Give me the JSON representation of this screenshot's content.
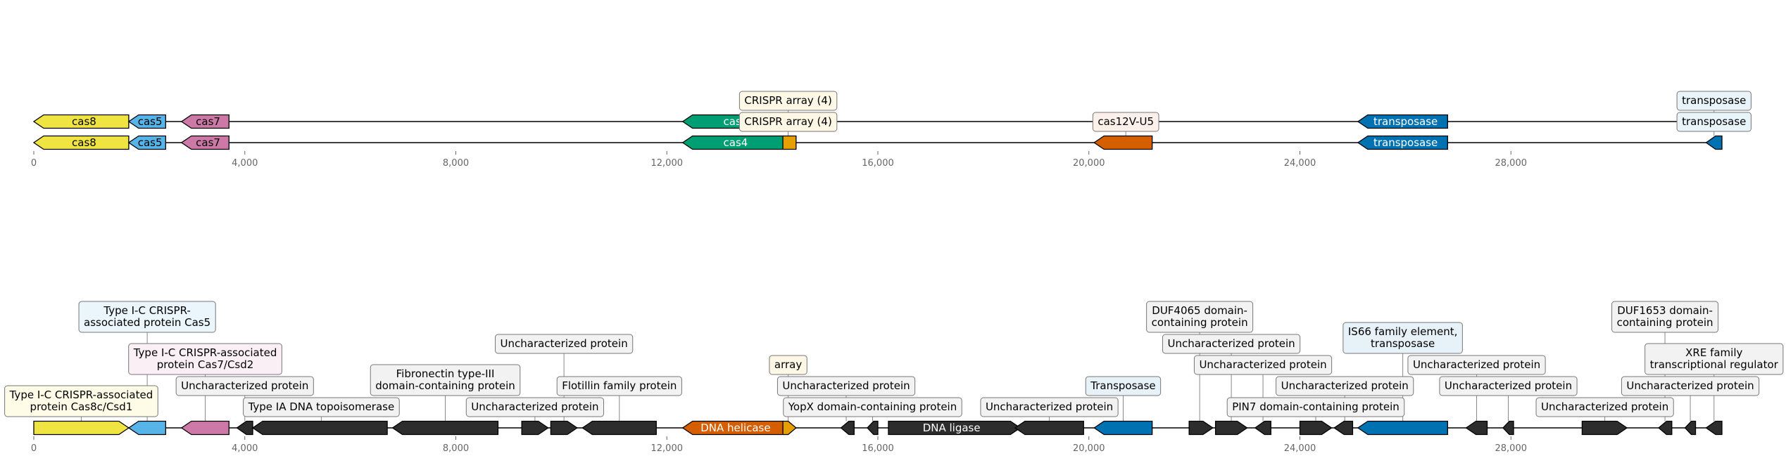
{
  "scale": {
    "min": 0,
    "max": 32000
  },
  "ticks": [
    0,
    4000,
    8000,
    12000,
    16000,
    20000,
    24000,
    28000
  ],
  "tick_labels": [
    "0",
    "4,000",
    "8,000",
    "12,000",
    "16,000",
    "20,000",
    "24,000",
    "28,000"
  ],
  "colors": {
    "axis": "#000000",
    "tick_text": "#666666",
    "label_line": "#888888",
    "dark_gene": "#2d2d2d",
    "cas8": "#f0e442",
    "cas5": "#56b4e9",
    "cas7": "#cc79a7",
    "cas4": "#009e73",
    "crispr": "#e69f00",
    "cas12": "#d55e00",
    "transposase": "#0072b2"
  },
  "panels": [
    {
      "name": "top-panel",
      "tracks": [
        {
          "genes": [
            {
              "start": 0,
              "end": 1800,
              "strand": "-",
              "color_key": "cas8",
              "label": "cas8",
              "text_color": "#000000"
            },
            {
              "start": 1800,
              "end": 2500,
              "strand": "-",
              "color_key": "cas5",
              "label": "cas5",
              "text_color": "#000000"
            },
            {
              "start": 2800,
              "end": 3700,
              "strand": "-",
              "color_key": "cas7",
              "label": "cas7",
              "text_color": "#000000"
            },
            {
              "start": 12300,
              "end": 14200,
              "strand": "-",
              "color_key": "cas4",
              "label": "cas4",
              "text_color": "#ffffff"
            },
            {
              "start": 14200,
              "end": 14450,
              "strand": "none",
              "color_key": "crispr",
              "label": "",
              "text_color": "#000000"
            },
            {
              "start": 25100,
              "end": 26800,
              "strand": "-",
              "color_key": "transposase",
              "label": "transposase",
              "text_color": "#ffffff"
            },
            {
              "start": 31700,
              "end": 32000,
              "strand": "-",
              "color_key": "transposase",
              "label": "",
              "text_color": "#ffffff"
            }
          ],
          "callouts": [
            {
              "pos": 14300,
              "text": "CRISPR array (4)",
              "level": 1,
              "bg": "#fdf8e6"
            },
            {
              "pos": 31850,
              "text": "transposase",
              "level": 1,
              "bg": "#e9f3fa"
            }
          ]
        },
        {
          "show_axis": true,
          "genes": [
            {
              "start": 0,
              "end": 1800,
              "strand": "-",
              "color_key": "cas8",
              "label": "cas8",
              "text_color": "#000000"
            },
            {
              "start": 1800,
              "end": 2500,
              "strand": "-",
              "color_key": "cas5",
              "label": "cas5",
              "text_color": "#000000"
            },
            {
              "start": 2800,
              "end": 3700,
              "strand": "-",
              "color_key": "cas7",
              "label": "cas7",
              "text_color": "#000000"
            },
            {
              "start": 12300,
              "end": 14200,
              "strand": "-",
              "color_key": "cas4",
              "label": "cas4",
              "text_color": "#ffffff"
            },
            {
              "start": 14200,
              "end": 14450,
              "strand": "none",
              "color_key": "crispr",
              "label": "",
              "text_color": "#000000"
            },
            {
              "start": 20100,
              "end": 21200,
              "strand": "-",
              "color_key": "cas12",
              "label": "",
              "text_color": "#ffffff"
            },
            {
              "start": 25100,
              "end": 26800,
              "strand": "-",
              "color_key": "transposase",
              "label": "transposase",
              "text_color": "#ffffff"
            },
            {
              "start": 31700,
              "end": 32000,
              "strand": "-",
              "color_key": "transposase",
              "label": "",
              "text_color": "#ffffff"
            }
          ],
          "callouts": [
            {
              "pos": 14300,
              "text": "CRISPR array (4)",
              "level": 1,
              "bg": "#fdf8e6"
            },
            {
              "pos": 20700,
              "text": "cas12V-U5",
              "level": 1,
              "bg": "#fcf1ea"
            },
            {
              "pos": 31850,
              "text": "transposase",
              "level": 1,
              "bg": "#e9f3fa"
            }
          ]
        }
      ]
    },
    {
      "name": "bottom-panel",
      "tracks": [
        {
          "show_axis": true,
          "genes": [
            {
              "start": 0,
              "end": 1800,
              "strand": "+",
              "color_key": "cas8",
              "label": "",
              "text_color": "#000000"
            },
            {
              "start": 1800,
              "end": 2500,
              "strand": "-",
              "color_key": "cas5",
              "label": "",
              "text_color": "#000000"
            },
            {
              "start": 2800,
              "end": 3700,
              "strand": "-",
              "color_key": "cas7",
              "label": "",
              "text_color": "#000000"
            },
            {
              "start": 3850,
              "end": 4150,
              "strand": "-",
              "color_key": "dark_gene",
              "label": "",
              "text_color": "#ffffff"
            },
            {
              "start": 4150,
              "end": 6700,
              "strand": "-",
              "color_key": "dark_gene",
              "label": "",
              "text_color": "#ffffff"
            },
            {
              "start": 6800,
              "end": 8800,
              "strand": "-",
              "color_key": "dark_gene",
              "label": "",
              "text_color": "#ffffff"
            },
            {
              "start": 9250,
              "end": 9750,
              "strand": "+",
              "color_key": "dark_gene",
              "label": "",
              "text_color": "#ffffff"
            },
            {
              "start": 9800,
              "end": 10300,
              "strand": "+",
              "color_key": "dark_gene",
              "label": "",
              "text_color": "#ffffff"
            },
            {
              "start": 10400,
              "end": 11800,
              "strand": "-",
              "color_key": "dark_gene",
              "label": "",
              "text_color": "#ffffff"
            },
            {
              "start": 12300,
              "end": 14200,
              "strand": "-",
              "color_key": "cas12",
              "label": "DNA helicase",
              "text_color": "#ffffff"
            },
            {
              "start": 14200,
              "end": 14450,
              "strand": "+",
              "color_key": "crispr",
              "label": "",
              "text_color": "#000000"
            },
            {
              "start": 15300,
              "end": 15550,
              "strand": "-",
              "color_key": "dark_gene",
              "label": "",
              "text_color": "#ffffff"
            },
            {
              "start": 15800,
              "end": 16000,
              "strand": "-",
              "color_key": "dark_gene",
              "label": "",
              "text_color": "#ffffff"
            },
            {
              "start": 16200,
              "end": 18700,
              "strand": "+",
              "color_key": "dark_gene",
              "label": "DNA ligase",
              "text_color": "#ffffff"
            },
            {
              "start": 18600,
              "end": 19900,
              "strand": "-",
              "color_key": "dark_gene",
              "label": "",
              "text_color": "#ffffff"
            },
            {
              "start": 20100,
              "end": 21200,
              "strand": "-",
              "color_key": "transposase",
              "label": "",
              "text_color": "#ffffff"
            },
            {
              "start": 21900,
              "end": 22350,
              "strand": "+",
              "color_key": "dark_gene",
              "label": "",
              "text_color": "#ffffff"
            },
            {
              "start": 22400,
              "end": 23000,
              "strand": "+",
              "color_key": "dark_gene",
              "label": "",
              "text_color": "#ffffff"
            },
            {
              "start": 23150,
              "end": 23450,
              "strand": "-",
              "color_key": "dark_gene",
              "label": "",
              "text_color": "#ffffff"
            },
            {
              "start": 24000,
              "end": 24600,
              "strand": "+",
              "color_key": "dark_gene",
              "label": "",
              "text_color": "#ffffff"
            },
            {
              "start": 24650,
              "end": 25000,
              "strand": "-",
              "color_key": "dark_gene",
              "label": "",
              "text_color": "#ffffff"
            },
            {
              "start": 25100,
              "end": 26800,
              "strand": "-",
              "color_key": "transposase",
              "label": "",
              "text_color": "#ffffff"
            },
            {
              "start": 27150,
              "end": 27550,
              "strand": "-",
              "color_key": "dark_gene",
              "label": "",
              "text_color": "#ffffff"
            },
            {
              "start": 27850,
              "end": 28050,
              "strand": "-",
              "color_key": "dark_gene",
              "label": "",
              "text_color": "#ffffff"
            },
            {
              "start": 29350,
              "end": 30200,
              "strand": "+",
              "color_key": "dark_gene",
              "label": "",
              "text_color": "#ffffff"
            },
            {
              "start": 30800,
              "end": 31050,
              "strand": "-",
              "color_key": "dark_gene",
              "label": "",
              "text_color": "#ffffff"
            },
            {
              "start": 31300,
              "end": 31500,
              "strand": "-",
              "color_key": "dark_gene",
              "label": "",
              "text_color": "#ffffff"
            },
            {
              "start": 31700,
              "end": 32000,
              "strand": "-",
              "color_key": "dark_gene",
              "label": "",
              "text_color": "#ffffff"
            }
          ],
          "callouts": [
            {
              "pos": 900,
              "text": "Type I-C CRISPR-associated\nprotein Cas8c/Csd1",
              "level": 1,
              "bg": "#fefbe6"
            },
            {
              "pos": 2150,
              "text": "Type I-C CRISPR-\nassociated protein Cas5",
              "level": 5,
              "bg": "#eaf5fc"
            },
            {
              "pos": 3250,
              "text": "Type I-C CRISPR-associated\nprotein Cas7/Csd2",
              "level": 3,
              "bg": "#f9eff4"
            },
            {
              "pos": 4000,
              "text": "Uncharacterized protein",
              "level": 2,
              "bg": "#f2f2f2"
            },
            {
              "pos": 5450,
              "text": "Type IA DNA topoisomerase",
              "level": 1,
              "bg": "#f2f2f2"
            },
            {
              "pos": 7800,
              "text": "Fibronectin type-III\ndomain-containing protein",
              "level": 2,
              "bg": "#f2f2f2"
            },
            {
              "pos": 9500,
              "text": "Uncharacterized protein",
              "level": 1,
              "bg": "#f2f2f2"
            },
            {
              "pos": 10050,
              "text": "Uncharacterized protein",
              "level": 4,
              "bg": "#f2f2f2"
            },
            {
              "pos": 11100,
              "text": "Flotillin family protein",
              "level": 2,
              "bg": "#f2f2f2"
            },
            {
              "pos": 14300,
              "text": "array",
              "level": 3,
              "bg": "#fdf8e6"
            },
            {
              "pos": 15400,
              "text": "Uncharacterized protein",
              "level": 2,
              "bg": "#f2f2f2"
            },
            {
              "pos": 15900,
              "text": "YopX domain-containing protein",
              "level": 1,
              "bg": "#f2f2f2"
            },
            {
              "pos": 19250,
              "text": "Uncharacterized protein",
              "level": 1,
              "bg": "#f2f2f2"
            },
            {
              "pos": 20650,
              "text": "Transposase",
              "level": 2,
              "bg": "#e6f1f8"
            },
            {
              "pos": 22100,
              "text": "DUF4065 domain-\ncontaining protein",
              "level": 5,
              "bg": "#f2f2f2"
            },
            {
              "pos": 22700,
              "text": "Uncharacterized protein",
              "level": 4,
              "bg": "#f2f2f2"
            },
            {
              "pos": 23300,
              "text": "Uncharacterized protein",
              "level": 3,
              "bg": "#f2f2f2"
            },
            {
              "pos": 24300,
              "text": "PIN7 domain-containing protein",
              "level": 1,
              "bg": "#f2f2f2"
            },
            {
              "pos": 24850,
              "text": "Uncharacterized protein",
              "level": 2,
              "bg": "#f2f2f2"
            },
            {
              "pos": 25950,
              "text": "IS66 family element,\ntransposase",
              "level": 4,
              "bg": "#e6f1f8"
            },
            {
              "pos": 27350,
              "text": "Uncharacterized protein",
              "level": 3,
              "bg": "#f2f2f2"
            },
            {
              "pos": 27950,
              "text": "Uncharacterized protein",
              "level": 2,
              "bg": "#f2f2f2"
            },
            {
              "pos": 29780,
              "text": "Uncharacterized protein",
              "level": 1,
              "bg": "#f2f2f2"
            },
            {
              "pos": 30920,
              "text": "DUF1653 domain-\ncontaining protein",
              "level": 5,
              "bg": "#f2f2f2"
            },
            {
              "pos": 31400,
              "text": "Uncharacterized protein",
              "level": 2,
              "bg": "#f2f2f2"
            },
            {
              "pos": 31850,
              "text": "XRE family\ntranscriptional regulator",
              "level": 3,
              "bg": "#f2f2f2"
            }
          ]
        }
      ]
    }
  ]
}
